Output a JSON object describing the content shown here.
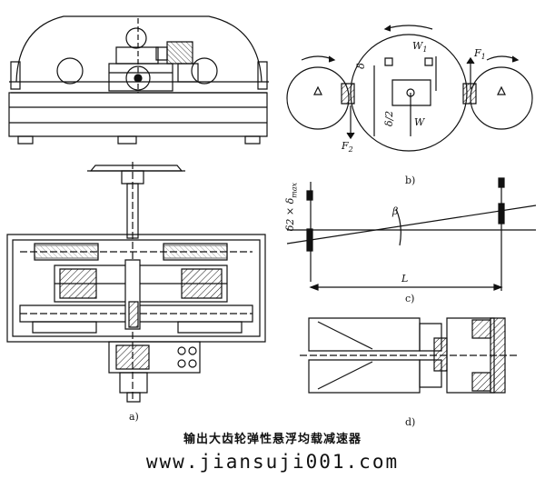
{
  "figure": {
    "caption": "输出大齿轮弹性悬浮均载减速器",
    "watermark": "www.jiansuji001.com",
    "panels": {
      "a": "a)",
      "b": "b)",
      "c": "c)",
      "d": "d)"
    }
  },
  "panel_b": {
    "labels": {
      "w1": "W",
      "w1_sub": "1",
      "f1": "F",
      "f1_sub": "1",
      "f2": "F",
      "f2_sub": "2",
      "delta": "δ",
      "delta_half": "δ/2",
      "w": "W"
    }
  },
  "panel_c": {
    "labels": {
      "dim": "δ",
      "dim_rest": "2 × δ",
      "dim_sub": "max",
      "beta": "β",
      "length": "L"
    }
  }
}
